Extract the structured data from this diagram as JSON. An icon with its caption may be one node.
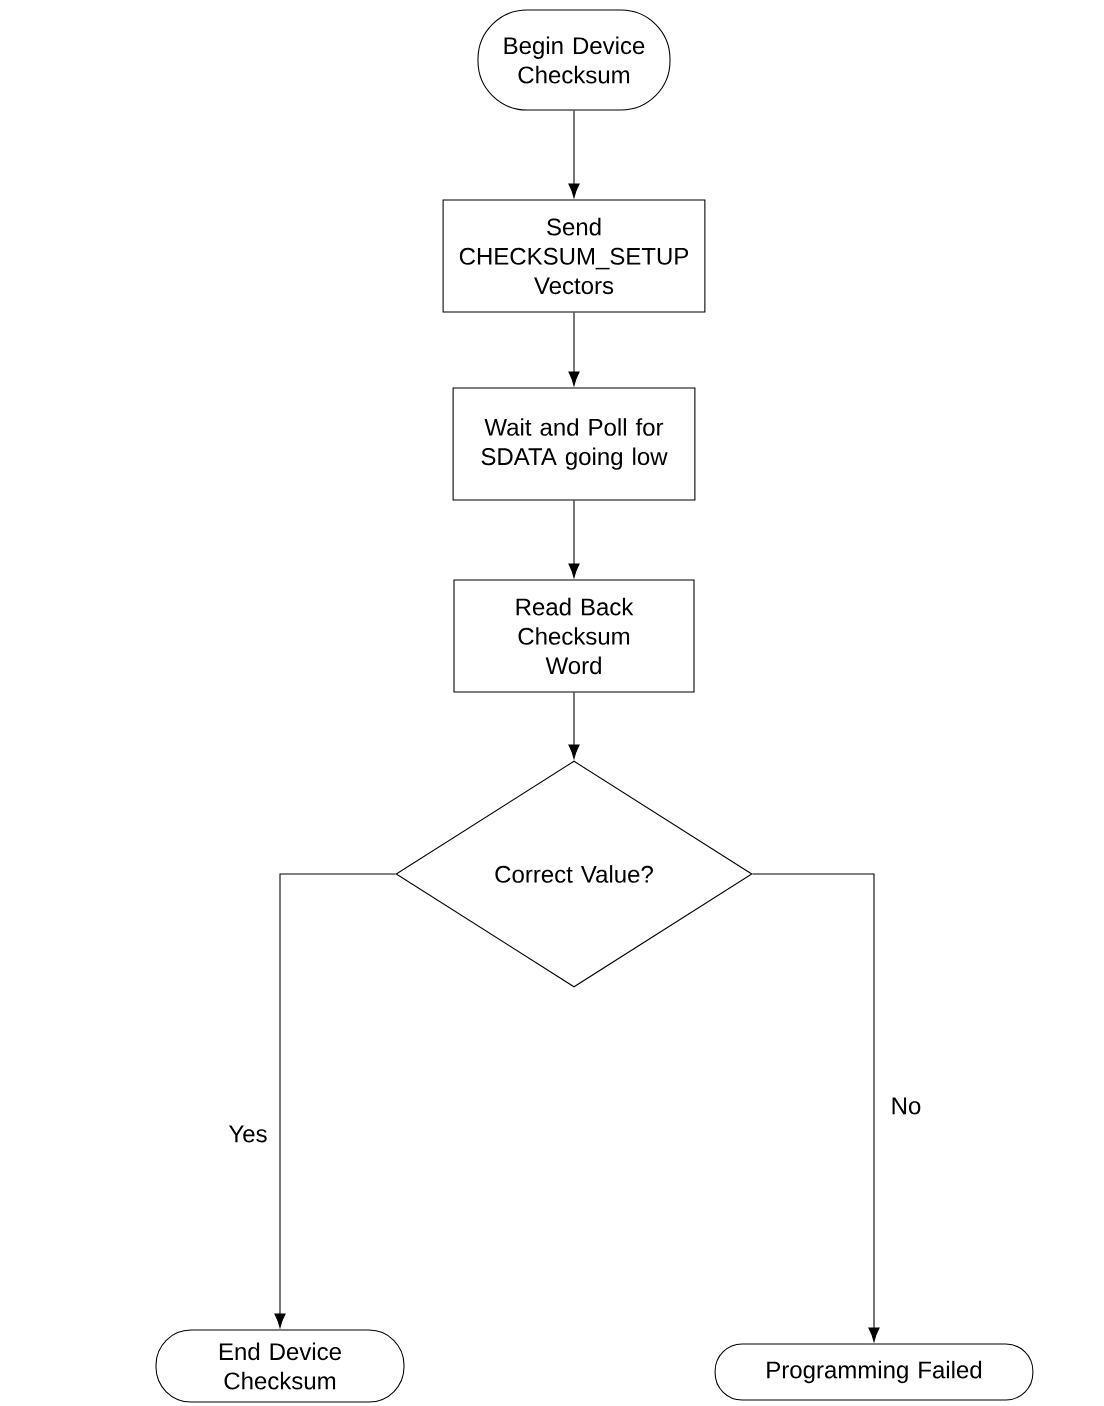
{
  "diagram": {
    "nodes": [
      {
        "text": [
          "Begin Device Checksum"
        ]
      },
      {
        "text": [
          "Send CHECKSUM_SETUP Vectors"
        ]
      },
      {
        "text": [
          "Wait and Poll for SDATA going low"
        ]
      },
      {
        "text": [
          "Read Back Checksum Word"
        ]
      },
      {
        "text": [
          "Correct Value?"
        ]
      },
      {
        "text": [
          "End Device Checksum"
        ]
      },
      {
        "text": [
          "Programming Failed"
        ]
      }
    ],
    "edges": [
      {
        "from": 0,
        "to": 1,
        "arrow": "to"
      },
      {
        "from": 1,
        "to": 2,
        "arrow": "to"
      },
      {
        "from": 2,
        "to": 3,
        "arrow": "to"
      },
      {
        "from": 3,
        "to": 4,
        "arrow": "to"
      },
      {
        "from": 4,
        "to": 5,
        "arrow": "to",
        "label": "Yes"
      },
      {
        "from": 4,
        "to": 6,
        "arrow": "to",
        "label": "No"
      }
    ]
  }
}
